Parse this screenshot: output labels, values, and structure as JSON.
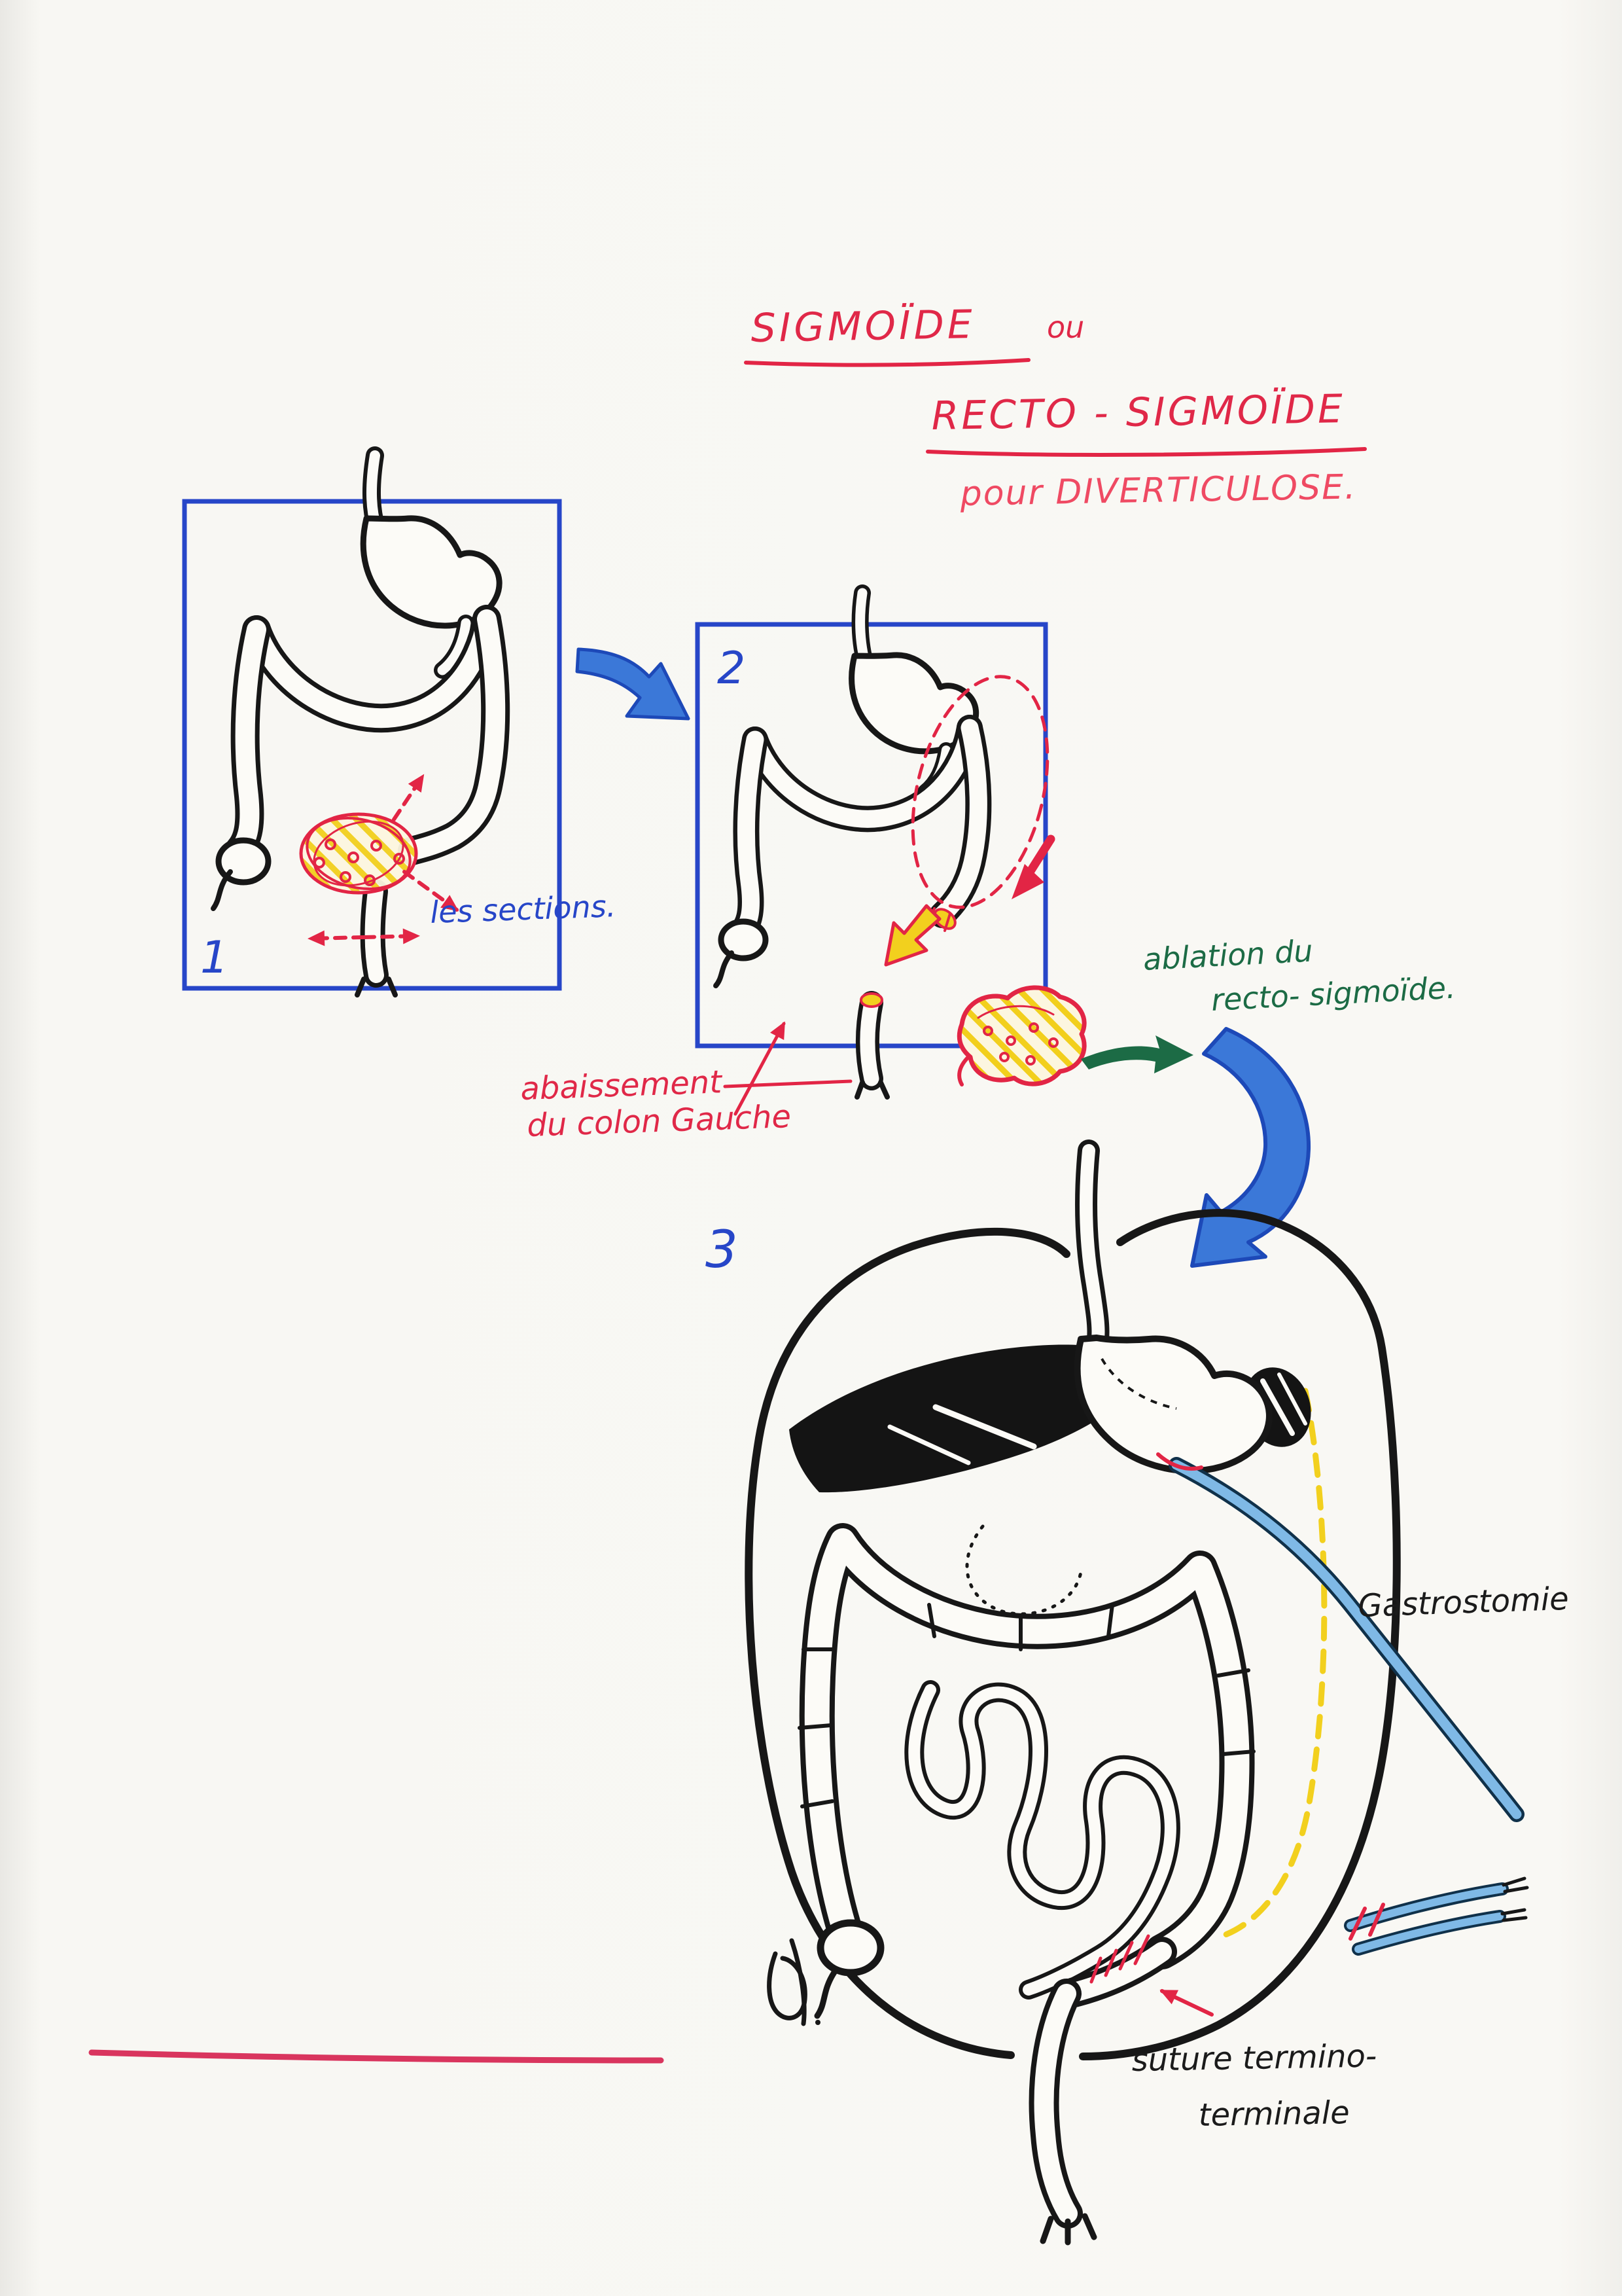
{
  "document": {
    "kind": "hand-drawn surgical teaching sketch",
    "language": "French"
  },
  "title": {
    "line1_main": "SIGMOÏDE",
    "line1_suffix": "ou",
    "line2": "RECTO - SIGMOÏDE",
    "line3": "pour DIVERTICULOSE."
  },
  "panels": {
    "panel1": {
      "number": "1",
      "caption": "les sections."
    },
    "panel2": {
      "number": "2",
      "caption_red_line1": "abaissement",
      "caption_red_line2": "du colon Gauche",
      "caption_green_line1": "ablation du",
      "caption_green_line2": "recto- sigmoïde."
    },
    "panel3": {
      "number": "3",
      "label_gastrostomy": "Gastrostomie",
      "label_suture_line1": "suture termino-",
      "label_suture_line2": "terminale"
    }
  },
  "colors": {
    "red_ink": "#e02848",
    "pink_ink": "#ef4a63",
    "blue_ink": "#2746c8",
    "blue_arrow_fill": "#3b78d8",
    "green_ink": "#1c6b45",
    "yellow_marker": "#f2d01e",
    "black_ink": "#171717",
    "tube_blue": "#7fb9e6",
    "paper": "#f8f7f3"
  }
}
